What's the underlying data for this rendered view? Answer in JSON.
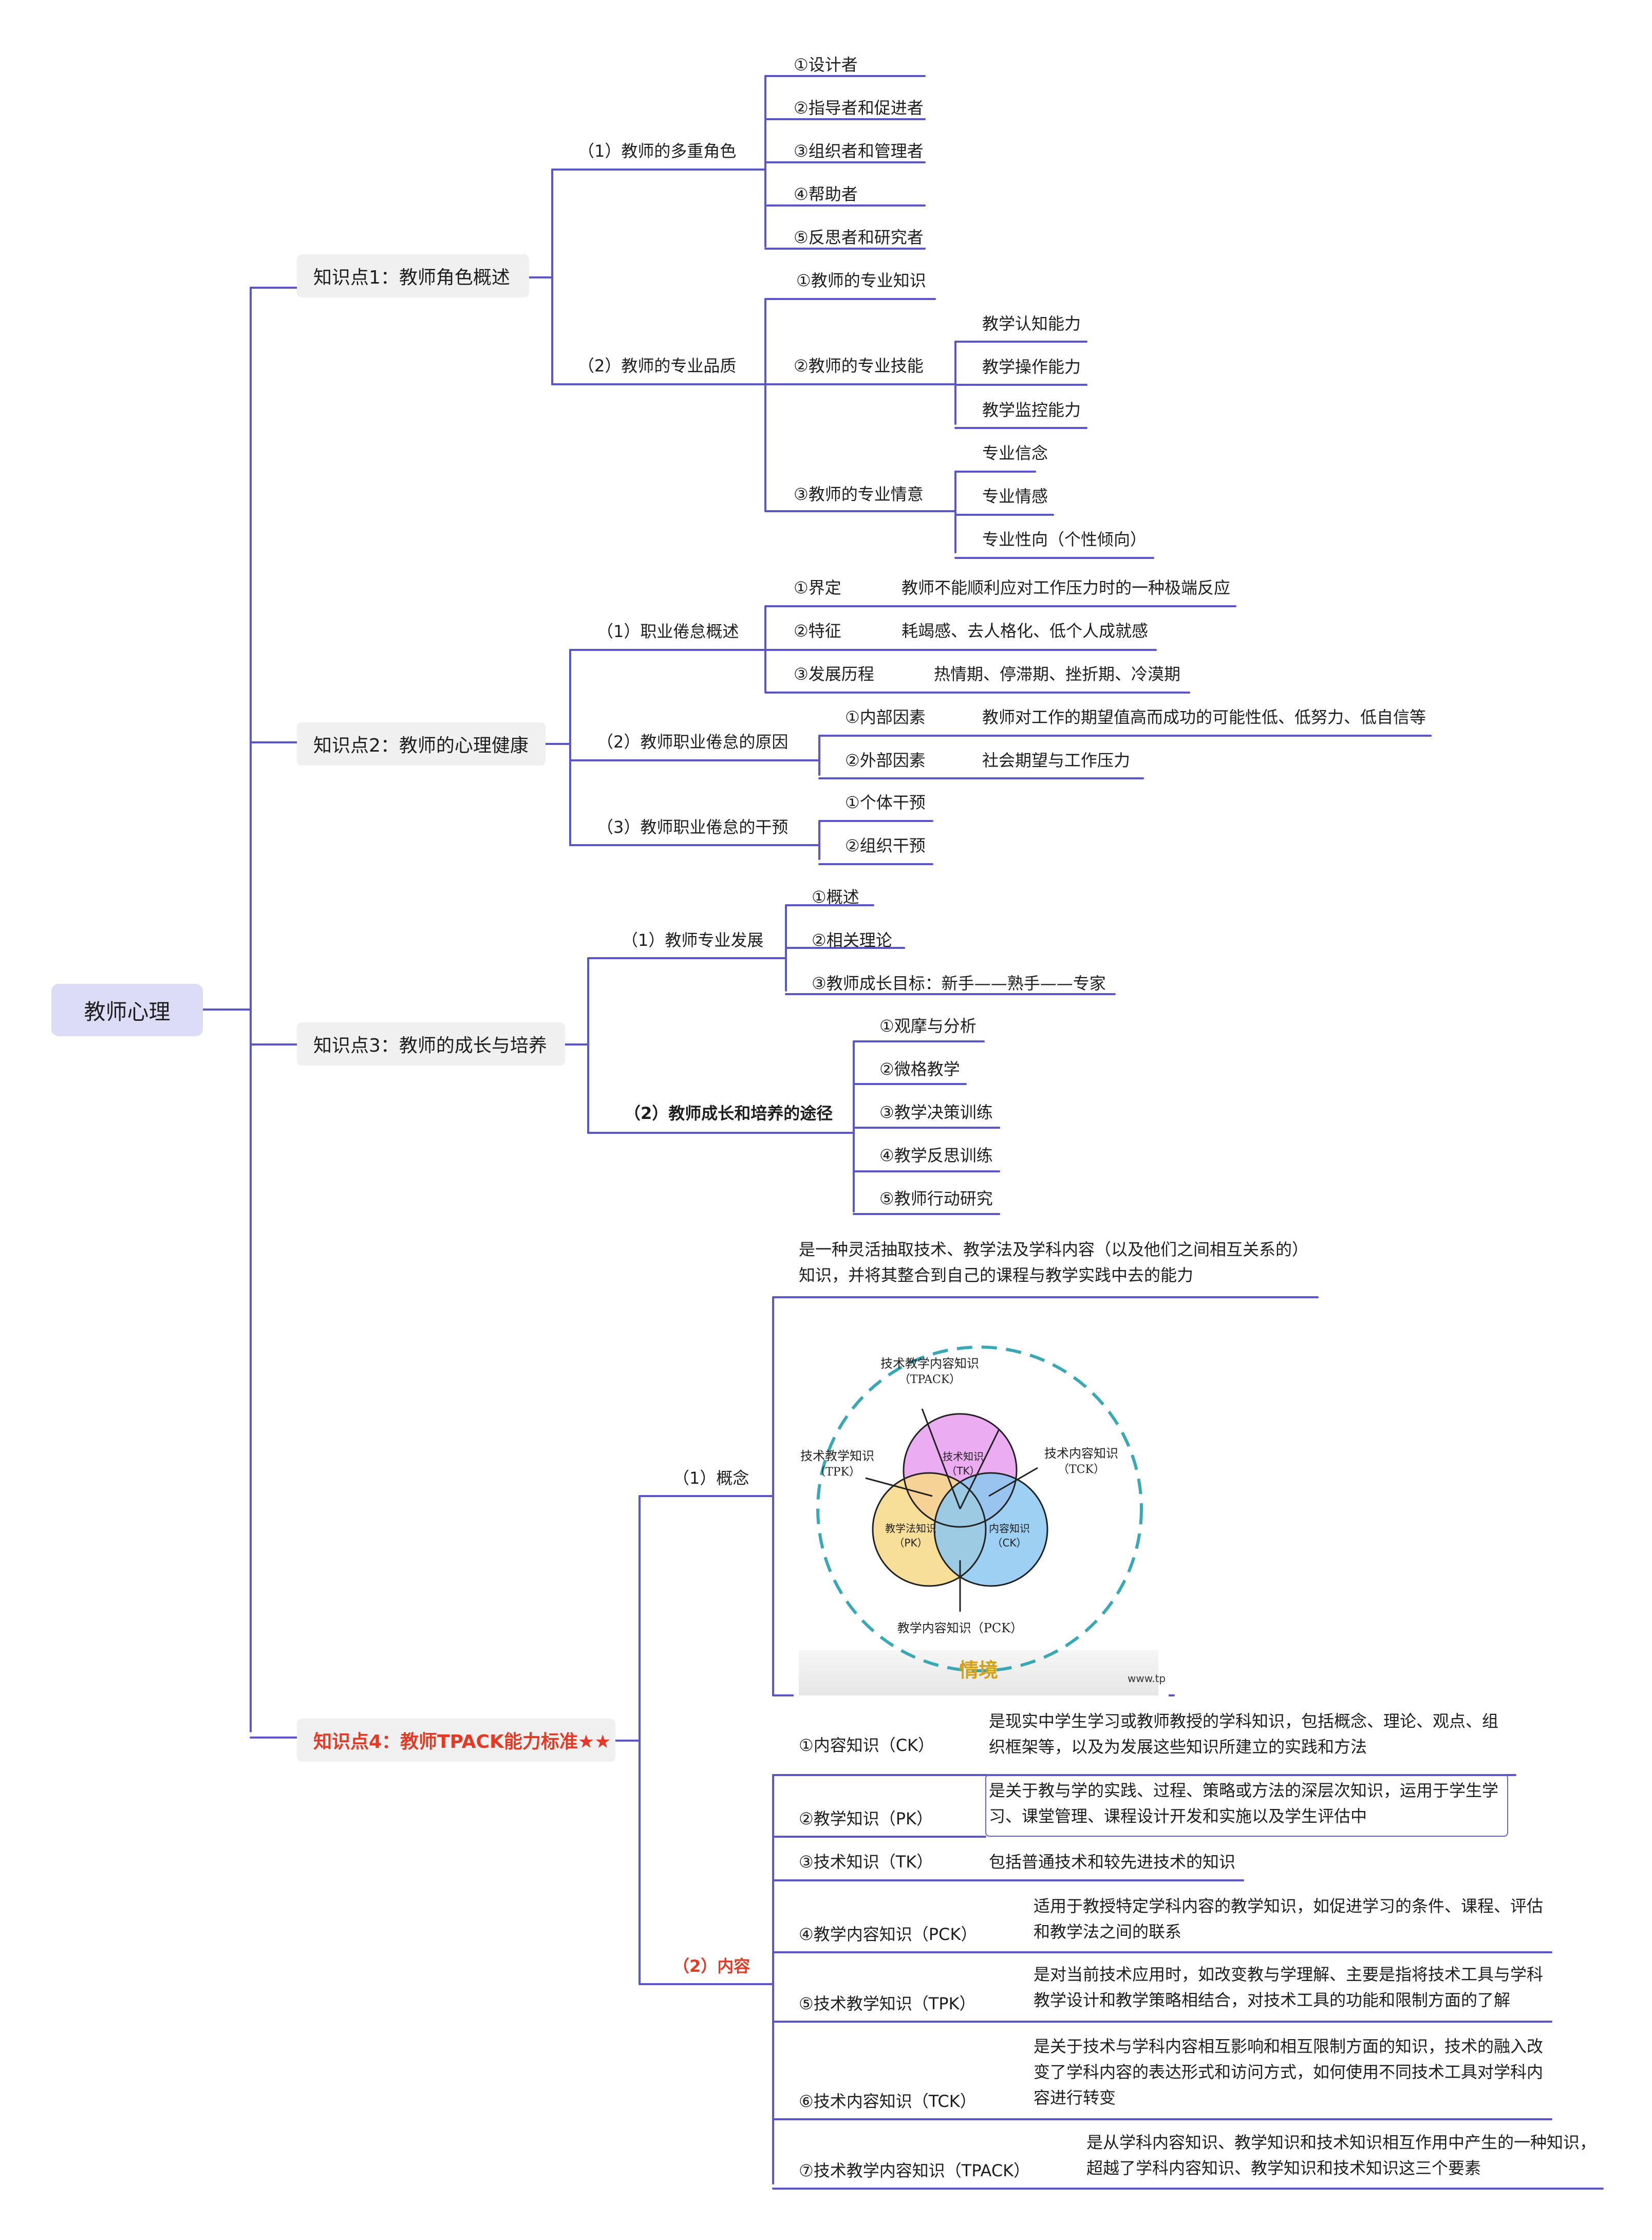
{
  "root": "教师心理",
  "k1": {
    "title": "知识点1：教师角色概述",
    "roles_title": "（1）教师的多重角色",
    "roles": [
      "①设计者",
      "②指导者和促进者",
      "③组织者和管理者",
      "④帮助者",
      "⑤反思者和研究者"
    ],
    "quality_title": "（2）教师的专业品质",
    "q1": "①教师的专业知识",
    "q2": "②教师的专业技能",
    "q2_items": [
      "教学认知能力",
      "教学操作能力",
      "教学监控能力"
    ],
    "q3": "③教师的专业情意",
    "q3_items": [
      "专业信念",
      "专业情感",
      "专业性向（个性倾向）"
    ]
  },
  "k2": {
    "title": "知识点2：教师的心理健康",
    "a_title": "（1）职业倦怠概述",
    "a1": "①界定",
    "a1_text": "教师不能顺利应对工作压力时的一种极端反应",
    "a2": "②特征",
    "a2_text": "耗竭感、去人格化、低个人成就感",
    "a3": "③发展历程",
    "a3_text": "热情期、停滞期、挫折期、冷漠期",
    "b_title": "（2）教师职业倦怠的原因",
    "b1": "①内部因素",
    "b1_text": "教师对工作的期望值高而成功的可能性低、低努力、低自信等",
    "b2": "②外部因素",
    "b2_text": "社会期望与工作压力",
    "c_title": "（3）教师职业倦怠的干预",
    "c1": "①个体干预",
    "c2": "②组织干预"
  },
  "k3": {
    "title": "知识点3：教师的成长与培养",
    "a_title": "（1）教师专业发展",
    "a_items": [
      "①概述",
      "②相关理论",
      "③教师成长目标：新手——熟手——专家"
    ],
    "b_title": "（2）教师成长和培养的途径",
    "b_items": [
      "①观摩与分析",
      "②微格教学",
      "③教学决策训练",
      "④教学反思训练",
      "⑤教师行动研究"
    ]
  },
  "k4": {
    "title": "知识点4：教师TPACK能力标准★★",
    "concept_title": "（1）概念",
    "concept_text_1": "是一种灵活抽取技术、教学法及学科内容（以及他们之间相互关系的）",
    "concept_text_2": "知识，并将其整合到自己的课程与教学实践中去的能力",
    "figure": {
      "tpack": "技术教学内容知识",
      "tpack_abbr": "（TPACK）",
      "tpk": "技术教学知识",
      "tpk_abbr": "（TPK）",
      "tck": "技术内容知识",
      "tck_abbr": "（TCK）",
      "tk": "技术知识",
      "tk_abbr": "（TK）",
      "pk": "教学法知识",
      "pk_abbr": "（PK）",
      "ck": "内容知识",
      "ck_abbr": "（CK）",
      "pck": "教学内容知识（PCK）",
      "context": "情境",
      "watermark": "www.tp",
      "colors": {
        "tk": "#e9a3ef",
        "pk": "#f7d987",
        "ck": "#8cc8f0",
        "ring": "#3aa7b5",
        "context": "#d4a017"
      }
    },
    "content_title": "（2）内容",
    "items": [
      {
        "label": "①内容知识（CK）",
        "text": "是现实中学生学习或教师教授的学科知识，包括概念、理论、观点、组织框架等，以及为发展这些知识所建立的实践和方法"
      },
      {
        "label": "②教学知识（PK）",
        "text": "是关于教与学的实践、过程、策略或方法的深层次知识，运用于学生学习、课堂管理、课程设计开发和实施以及学生评估中"
      },
      {
        "label": "③技术知识（TK）",
        "text": "包括普通技术和较先进技术的知识"
      },
      {
        "label": "④教学内容知识（PCK）",
        "text": "适用于教授特定学科内容的教学知识，如促进学习的条件、课程、评估和教学法之间的联系"
      },
      {
        "label": "⑤技术教学知识（TPK）",
        "text": "是对当前技术应用时，如改变教与学理解、主要是指将技术工具与学科教学设计和教学策略相结合，对技术工具的功能和限制方面的了解"
      },
      {
        "label": "⑥技术内容知识（TCK）",
        "text": "是关于技术与学科内容相互影响和相互限制方面的知识，技术的融入改变了学科内容的表达形式和访问方式，如何使用不同技术工具对学科内容进行转变"
      },
      {
        "label": "⑦技术教学内容知识（TPACK）",
        "text": "是从学科内容知识、教学知识和技术知识相互作用中产生的一种知识，超越了学科内容知识、教学知识和技术知识这三个要素"
      }
    ]
  },
  "colors": {
    "line": "#5a56c8",
    "root_bg": "#dcdcf6",
    "node_bg": "#f0f0f0",
    "accent": "#e23a25"
  }
}
